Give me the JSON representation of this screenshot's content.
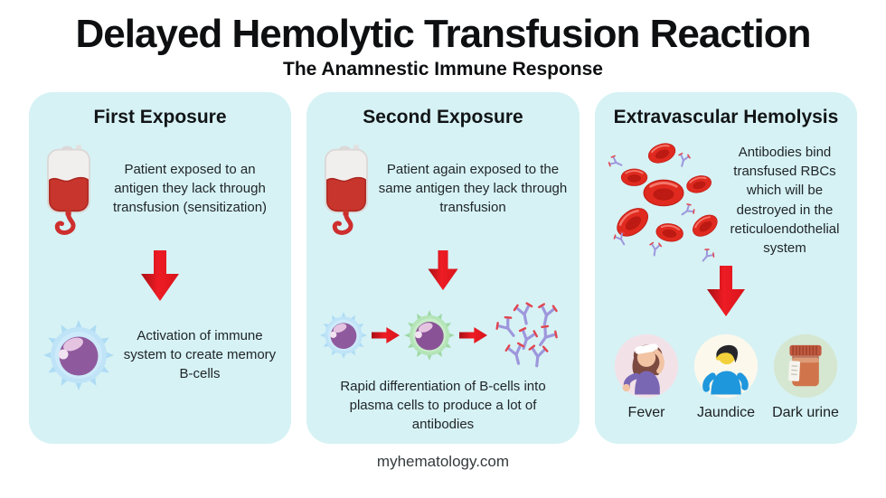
{
  "header": {
    "title": "Delayed Hemolytic Transfusion Reaction",
    "subtitle": "The Anamnestic Immune Response"
  },
  "panels": [
    {
      "title": "First Exposure",
      "icon1": "blood-bag",
      "step1_text": "Patient exposed to an antigen they lack through transfusion (sensitization)",
      "icon2": "memory-b-cell",
      "step2_text": "Activation of immune system to create memory B-cells"
    },
    {
      "title": "Second Exposure",
      "icon1": "blood-bag",
      "step1_text": "Patient again exposed to the same antigen they lack through transfusion",
      "sequence_icons": [
        "b-cell",
        "right-arrow",
        "plasma-cell",
        "right-arrow",
        "antibodies"
      ],
      "step2_text": "Rapid differentiation of B-cells into plasma cells to produce a lot of antibodies"
    },
    {
      "title": "Extravascular Hemolysis",
      "icon1": "rbcs-with-antibodies",
      "step1_text": "Antibodies bind transfused RBCs which will be destroyed in the reticuloendothelial system",
      "symptoms": [
        {
          "icon": "fever-person",
          "label": "Fever"
        },
        {
          "icon": "jaundiced-person",
          "label": "Jaundice"
        },
        {
          "icon": "urine-sample-jar",
          "label": "Dark urine"
        }
      ]
    }
  ],
  "footer": {
    "website": "myhematology.com"
  },
  "colors": {
    "page_bg": "#ffffff",
    "panel_bg": "#d6f2f5",
    "arrow_red": "#e0161d",
    "heading_text": "#0d0f10",
    "body_text": "#212629"
  }
}
